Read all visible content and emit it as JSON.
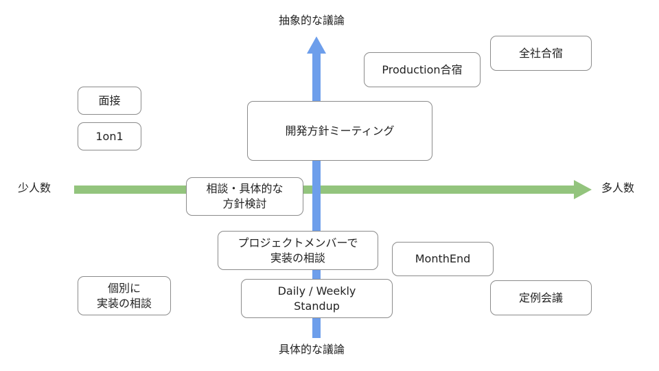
{
  "colors": {
    "vertical_axis": "#6d9eeb",
    "horizontal_axis": "#93c47d",
    "box_border": "#8a8a8a",
    "text": "#222222"
  },
  "axes": {
    "top_label": "抽象的な議論",
    "bottom_label": "具体的な議論",
    "left_label": "少人数",
    "right_label": "多人数"
  },
  "boxes": {
    "interview": "面接",
    "one_on_one": "1on1",
    "production_camp": "Production合宿",
    "company_camp": "全社合宿",
    "dev_policy_meeting": "開発方針ミーティング",
    "consultation_policy": "相談・具体的な\n方針検討",
    "project_member_consult": "プロジェクトメンバーで\n実装の相談",
    "month_end": "MonthEnd",
    "individual_consult": "個別に\n実装の相談",
    "daily_weekly_standup": "Daily / Weekly\nStandup",
    "regular_meeting": "定例会議"
  }
}
